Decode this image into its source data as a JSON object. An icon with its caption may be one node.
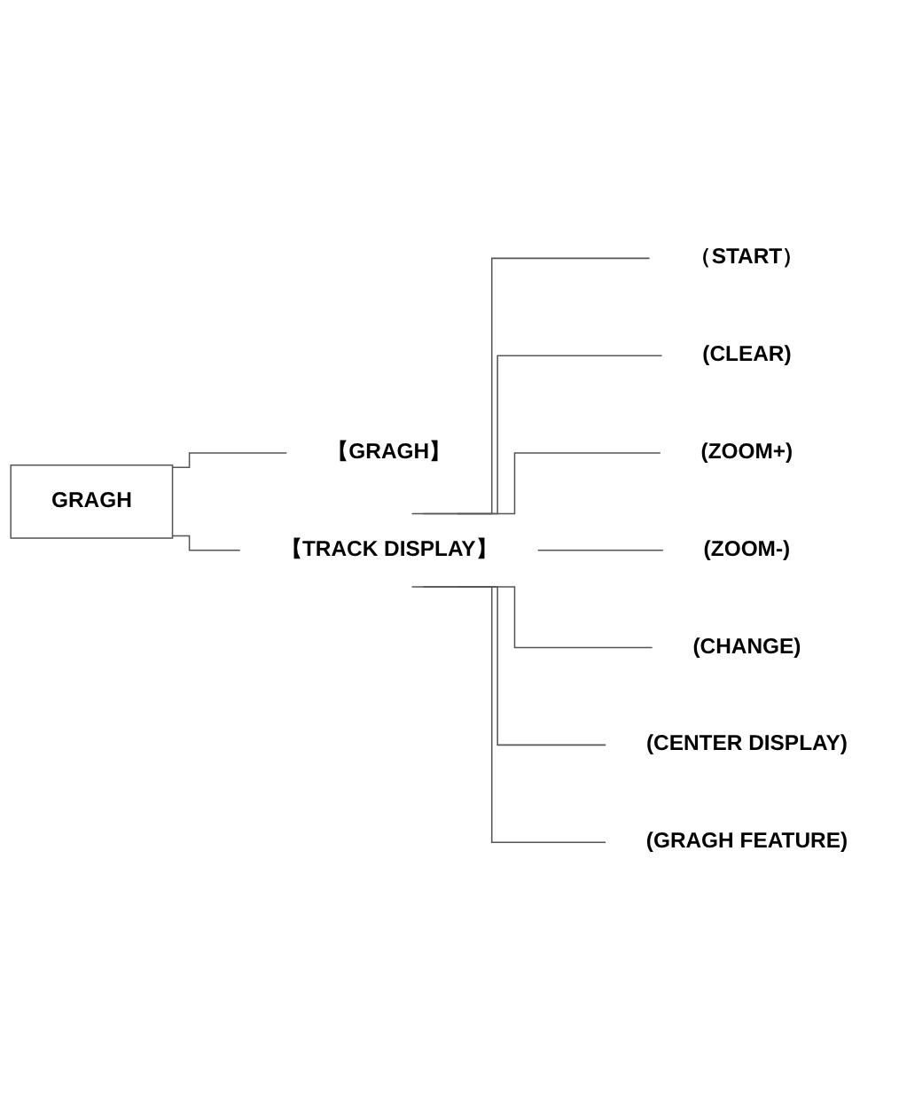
{
  "diagram": {
    "nodes": [
      {
        "text": [
          "GRAGH"
        ]
      },
      {
        "text": [
          "【GRAGH】"
        ]
      },
      {
        "text": [
          "【TRACK DISPLAY】"
        ]
      },
      {
        "text": [
          "（START）"
        ]
      },
      {
        "text": [
          "(CLEAR)"
        ]
      },
      {
        "text": [
          "(ZOOM+)"
        ]
      },
      {
        "text": [
          "(ZOOM-)"
        ]
      },
      {
        "text": [
          "(CHANGE)"
        ]
      },
      {
        "text": [
          "(CENTER DISPLAY)"
        ]
      },
      {
        "text": [
          "(GRAGH FEATURE)"
        ]
      }
    ],
    "edges": [
      {
        "from": 0,
        "to": 1,
        "arrow": "none"
      },
      {
        "from": 0,
        "to": 2,
        "arrow": "none"
      },
      {
        "from": 2,
        "to": 3,
        "arrow": "none"
      },
      {
        "from": 2,
        "to": 4,
        "arrow": "none"
      },
      {
        "from": 2,
        "to": 5,
        "arrow": "none"
      },
      {
        "from": 2,
        "to": 6,
        "arrow": "none"
      },
      {
        "from": 2,
        "to": 7,
        "arrow": "none"
      },
      {
        "from": 2,
        "to": 8,
        "arrow": "none"
      },
      {
        "from": 2,
        "to": 9,
        "arrow": "none"
      }
    ]
  }
}
